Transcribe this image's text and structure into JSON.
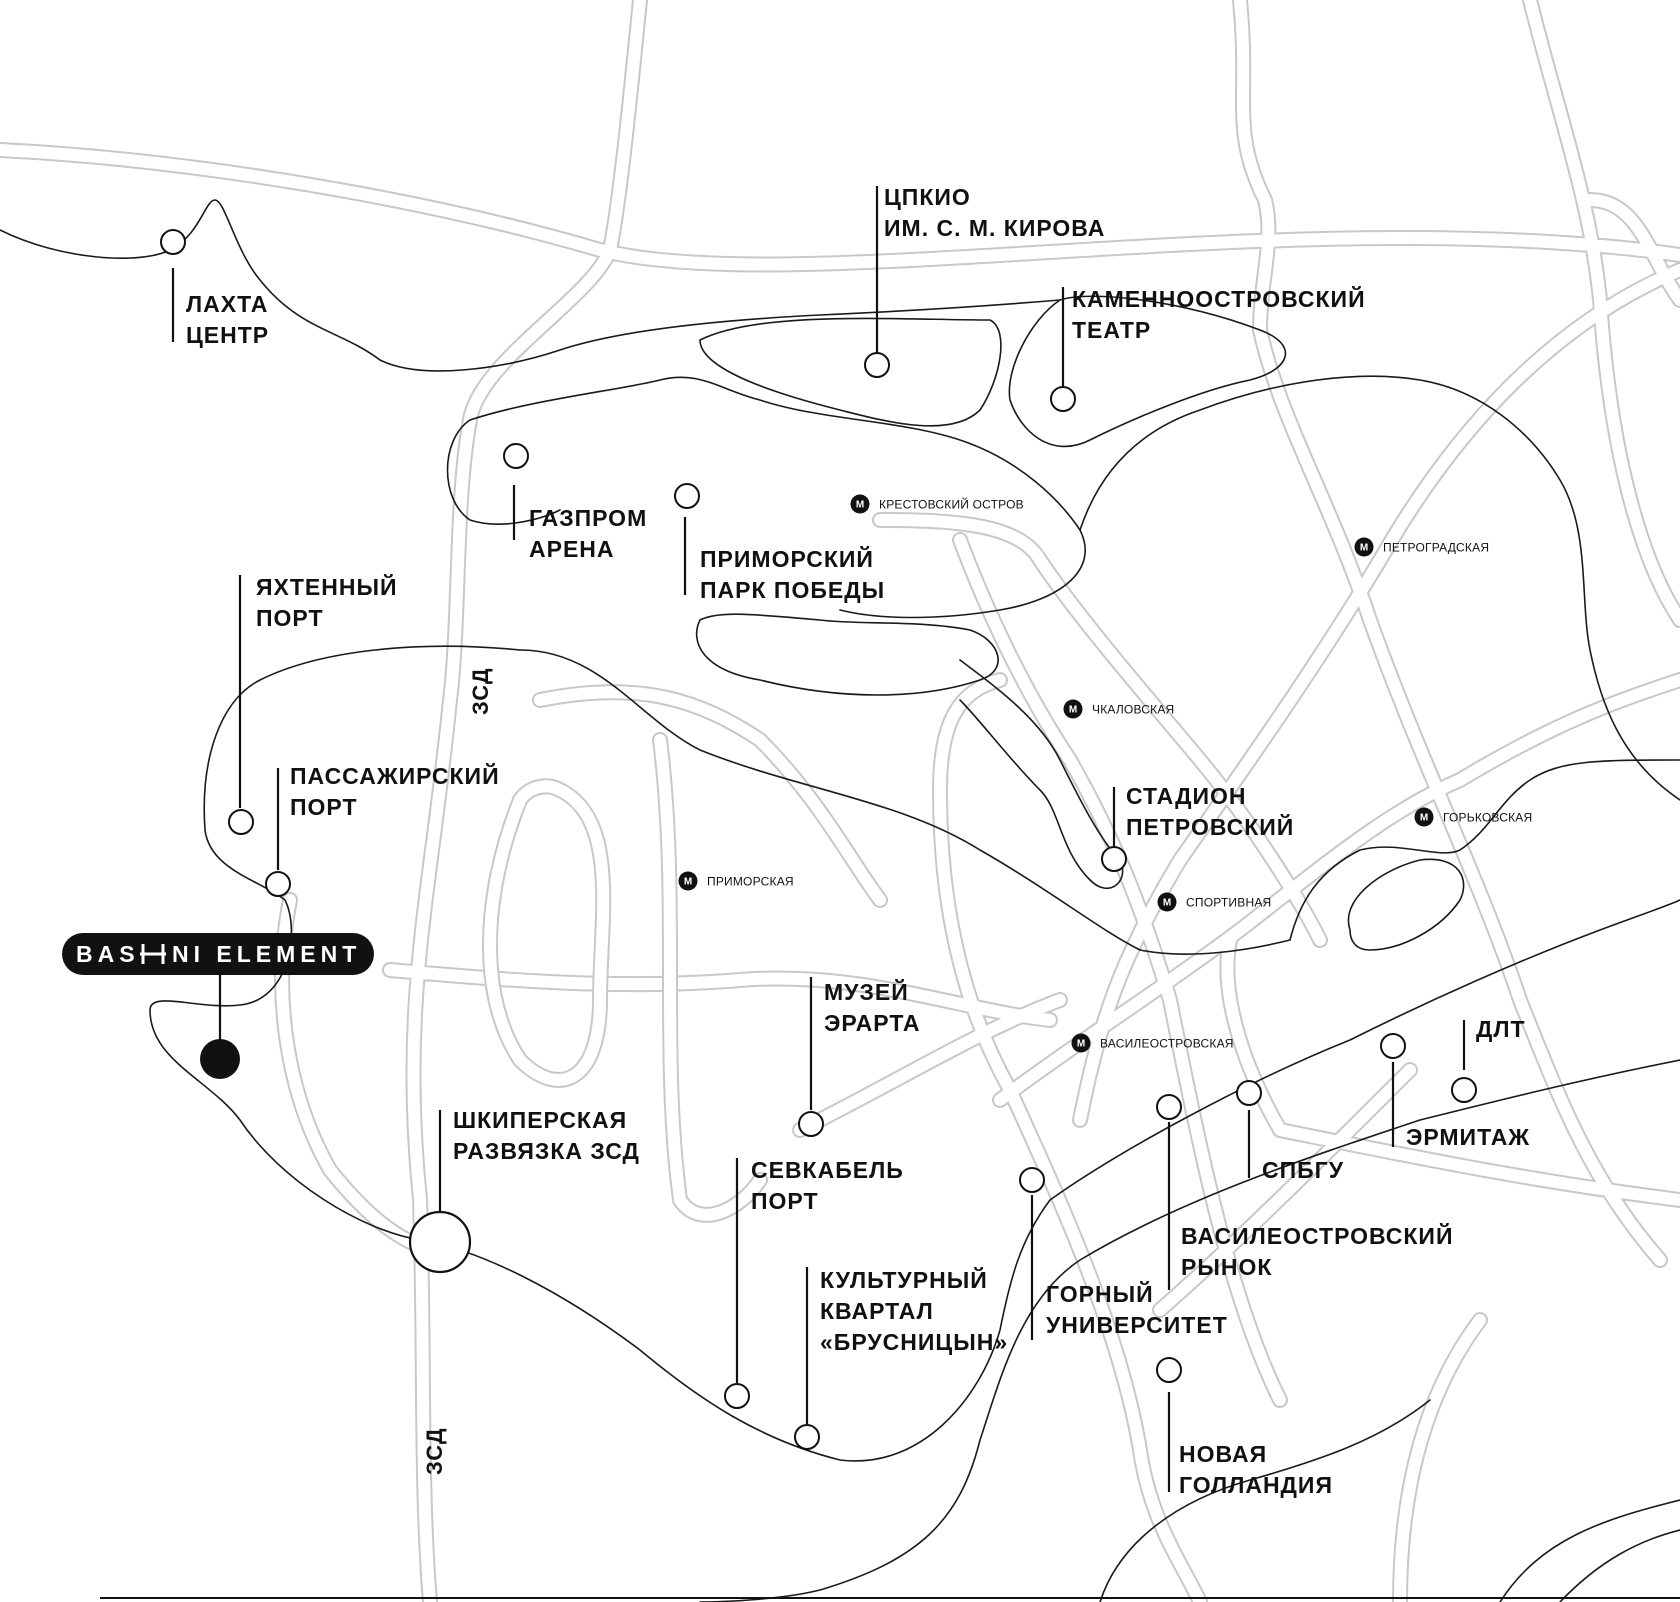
{
  "map": {
    "brand": {
      "name": "BASHNI ELEMENT",
      "name_left": "BAS",
      "name_right": "NI ELEMENT"
    },
    "roads": {
      "zsd_upper": "ЗСД",
      "zsd_lower": "ЗСД"
    },
    "landmarks": [
      {
        "id": "lakhta",
        "lines": [
          "ЛАХТА",
          "ЦЕНТР"
        ]
      },
      {
        "id": "tspkio",
        "lines": [
          "ЦПКИО",
          "ИМ. С. М. КИРОВА"
        ]
      },
      {
        "id": "kamennoostrovsky",
        "lines": [
          "КАМЕННООСТРОВСКИЙ",
          "ТЕАТР"
        ]
      },
      {
        "id": "gazprom",
        "lines": [
          "ГАЗПРОМ",
          "АРЕНА"
        ]
      },
      {
        "id": "primorsky_park",
        "lines": [
          "ПРИМОРСКИЙ",
          "ПАРК ПОБЕДЫ"
        ]
      },
      {
        "id": "yacht_port",
        "lines": [
          "ЯХТЕННЫЙ",
          "ПОРТ"
        ]
      },
      {
        "id": "passenger_port",
        "lines": [
          "ПАССАЖИРСКИЙ",
          "ПОРТ"
        ]
      },
      {
        "id": "stadium_petrovsky",
        "lines": [
          "СТАДИОН",
          "ПЕТРОВСКИЙ"
        ]
      },
      {
        "id": "erarta",
        "lines": [
          "МУЗЕЙ",
          "ЭРАРТА"
        ]
      },
      {
        "id": "shkiperskaya",
        "lines": [
          "ШКИПЕРСКАЯ",
          "РАЗВЯЗКА ЗСД"
        ]
      },
      {
        "id": "sevkabel",
        "lines": [
          "СЕВКАБЕЛЬ",
          "ПОРТ"
        ]
      },
      {
        "id": "brusnitsyn",
        "lines": [
          "КУЛЬТУРНЫЙ",
          "КВАРТАЛ",
          "«БРУСНИЦЫН»"
        ]
      },
      {
        "id": "mining_univ",
        "lines": [
          "ГОРНЫЙ",
          "УНИВЕРСИТЕТ"
        ]
      },
      {
        "id": "vo_market",
        "lines": [
          "ВАСИЛЕОСТРОВСКИЙ",
          "РЫНОК"
        ]
      },
      {
        "id": "spbgu",
        "lines": [
          "СПБГУ"
        ]
      },
      {
        "id": "hermitage",
        "lines": [
          "ЭРМИТАЖ"
        ]
      },
      {
        "id": "dlt",
        "lines": [
          "ДЛТ"
        ]
      },
      {
        "id": "new_holland",
        "lines": [
          "НОВАЯ",
          "ГОЛЛАНДИЯ"
        ]
      }
    ],
    "metro_symbol": "М",
    "metro": [
      {
        "id": "krestovsky",
        "name": "КРЕСТОВСКИЙ ОСТРОВ"
      },
      {
        "id": "petrogradskaya",
        "name": "ПЕТРОГРАДСКАЯ"
      },
      {
        "id": "chkalovskaya",
        "name": "ЧКАЛОВСКАЯ"
      },
      {
        "id": "gorkovskaya",
        "name": "ГОРЬКОВСКАЯ"
      },
      {
        "id": "primorskaya",
        "name": "ПРИМОРСКАЯ"
      },
      {
        "id": "sportivnaya",
        "name": "СПОРТИВНАЯ"
      },
      {
        "id": "vasileostrovskaya",
        "name": "ВАСИЛЕОСТРОВСКАЯ"
      }
    ]
  }
}
